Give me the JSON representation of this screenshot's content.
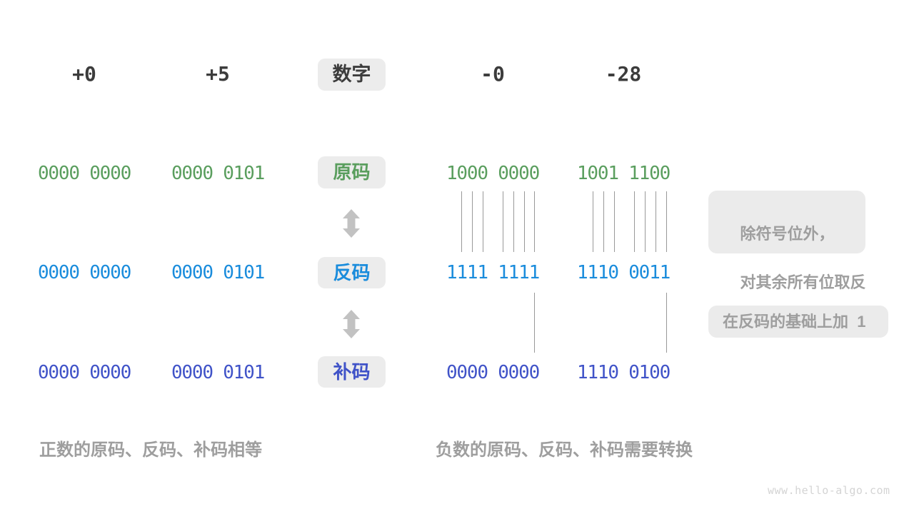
{
  "header": {
    "numbers": [
      "+0",
      "+5",
      "-0",
      "-28"
    ],
    "badge": "数字"
  },
  "rows": [
    {
      "id": "sign-magnitude",
      "badge": "原码",
      "color": "#5a9e5e",
      "values": [
        "0000 0000",
        "0000 0101",
        "1000 0000",
        "1001 1100"
      ]
    },
    {
      "id": "ones-complement",
      "badge": "反码",
      "color": "#1a8cdc",
      "values": [
        "0000 0000",
        "0000 0101",
        "1111 1111",
        "1110 0011"
      ]
    },
    {
      "id": "twos-complement",
      "badge": "补码",
      "color": "#4053c8",
      "values": [
        "0000 0000",
        "0000 0101",
        "0000 0000",
        "1110 0100"
      ]
    }
  ],
  "annotations": {
    "flip_note_line1": "除符号位外，",
    "flip_note_line2": "对其余所有位取反",
    "add_one_note": "在反码的基础上加  1"
  },
  "captions": {
    "positive": "正数的原码、反码、补码相等",
    "negative": "负数的原码、反码、补码需要转换"
  },
  "watermark": "www.hello-algo.com",
  "colors": {
    "heading_dark": "#3c3c3c",
    "sign_magnitude_green": "#5a9e5e",
    "ones_complement_blue": "#1a8cdc",
    "twos_complement_indigo": "#4053c8",
    "note_gray": "#9e9e9e",
    "badge_background": "#ececec",
    "arrow_gray": "#c2c2c2",
    "connector_line_gray": "#999999",
    "watermark_gray": "#d4d4d4"
  }
}
